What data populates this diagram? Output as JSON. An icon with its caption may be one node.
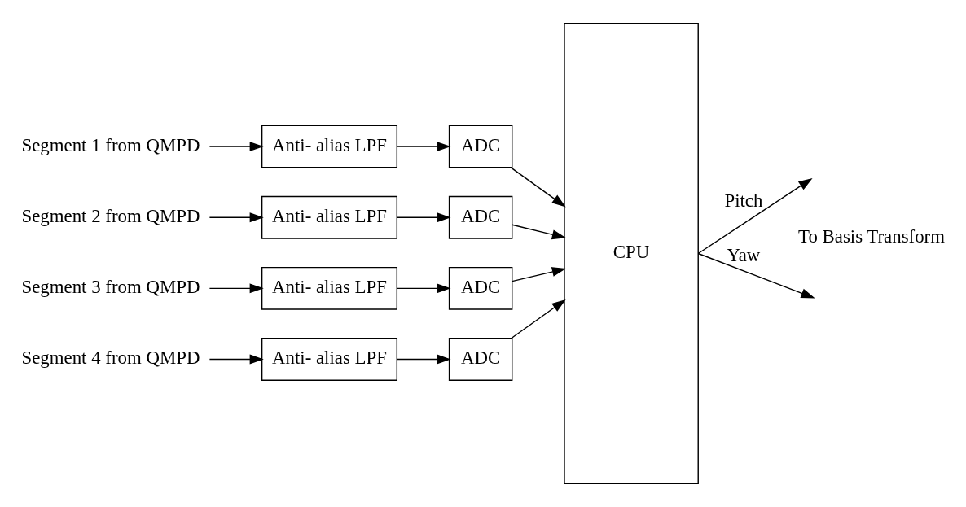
{
  "diagram": {
    "nodes": [
      {
        "text": [
          "Segment 1 from QMPD"
        ]
      },
      {
        "text": [
          "Segment 2 from QMPD"
        ]
      },
      {
        "text": [
          "Segment 3 from QMPD"
        ]
      },
      {
        "text": [
          "Segment 4 from QMPD"
        ]
      },
      {
        "text": [
          "Anti- alias LPF"
        ]
      },
      {
        "text": [
          "Anti- alias LPF"
        ]
      },
      {
        "text": [
          "Anti- alias LPF"
        ]
      },
      {
        "text": [
          "Anti- alias LPF"
        ]
      },
      {
        "text": [
          "ADC"
        ]
      },
      {
        "text": [
          "ADC"
        ]
      },
      {
        "text": [
          "ADC"
        ]
      },
      {
        "text": [
          "ADC"
        ]
      },
      {
        "text": [
          "CPU"
        ]
      },
      {
        "text": [
          "To Basis Transform"
        ]
      }
    ],
    "edges": [
      {
        "from": 0,
        "to": 4,
        "arrow": "to"
      },
      {
        "from": 4,
        "to": 8,
        "arrow": "to"
      },
      {
        "from": 8,
        "to": 12,
        "arrow": "to"
      },
      {
        "from": 1,
        "to": 5,
        "arrow": "to"
      },
      {
        "from": 5,
        "to": 9,
        "arrow": "to"
      },
      {
        "from": 9,
        "to": 12,
        "arrow": "to"
      },
      {
        "from": 2,
        "to": 6,
        "arrow": "to"
      },
      {
        "from": 6,
        "to": 10,
        "arrow": "to"
      },
      {
        "from": 10,
        "to": 12,
        "arrow": "to"
      },
      {
        "from": 3,
        "to": 7,
        "arrow": "to"
      },
      {
        "from": 7,
        "to": 11,
        "arrow": "to"
      },
      {
        "from": 11,
        "to": 12,
        "arrow": "to"
      },
      {
        "from": 12,
        "to": 13,
        "arrow": "to",
        "label": "Pitch"
      },
      {
        "from": 12,
        "to": 13,
        "arrow": "to",
        "label": "Yaw"
      }
    ]
  }
}
